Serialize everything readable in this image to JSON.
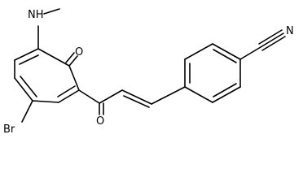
{
  "molecule": {
    "atoms": {
      "nh": "NH",
      "o_ketone": "O",
      "o_enone": "O",
      "br": "Br",
      "n_nitrile": "N"
    },
    "bond_color": "#000000",
    "background": "#ffffff"
  }
}
